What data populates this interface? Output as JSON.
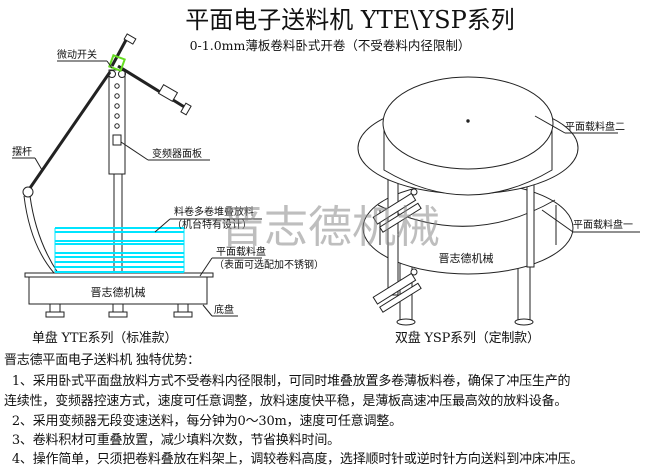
{
  "title": "平面电子送料机 YTE\\YSP系列",
  "subtitle": "0-1.0mm薄板卷料卧式开卷（不受卷料内径限制）",
  "watermark": "晋志德机械",
  "left_diagram": {
    "labels": {
      "micro_switch": "微动开关",
      "swing_arm": "摆杆",
      "inverter_panel": "变频器面板",
      "stacked_coils": "料卷多卷堆叠放料",
      "stacked_coils_note": "（机台特有设计）",
      "flat_tray": "平面载料盘",
      "flat_tray_note": "（表面可选配加不锈钢）",
      "base_brand": "晋志德机械",
      "base": "底盘"
    },
    "caption": "单盘 YTE系列（标准款）",
    "accent_color": "#00e5ff",
    "switch_color": "#66dd22"
  },
  "right_diagram": {
    "labels": {
      "tray_two": "平面载料盘二",
      "tray_one": "平面载料盘一",
      "brand": "晋志德机械"
    },
    "caption": "双盘 YSP系列（定制款）"
  },
  "advantages": {
    "heading": "晋志德平面电子送料机 独特优势：",
    "lines": [
      "  1、采用卧式平面盘放料方式不受卷料内径限制，可同时堆叠放置多卷薄板料卷，确保了冲压生产的",
      "连续性，变频器控速方式，速度可任意调整，放料速度快平稳，是薄板高速冲压最高效的放料设备。",
      "  2、采用变频器无段变速送料，每分钟为0～30m，速度可任意调整。",
      "  3、卷料积材可重叠放置，减少填料次数，节省换料时间。",
      "  4、操作简单，只须把卷料叠放在料架上，调较卷料高度，选择顺时针或逆时针方向送料到冲床冲压。"
    ]
  }
}
